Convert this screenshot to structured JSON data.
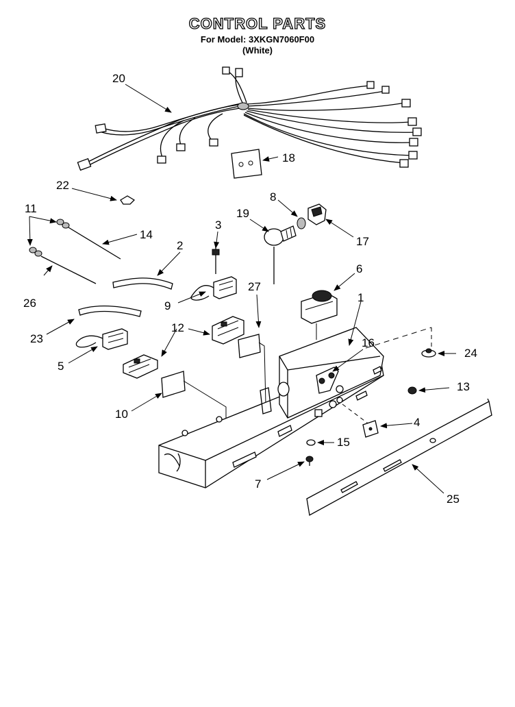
{
  "header": {
    "title": "CONTROL PARTS",
    "model_line": "For Model: 3XKGN7060F00",
    "color_line": "(White)"
  },
  "callouts": {
    "c1": "1",
    "c2": "2",
    "c3": "3",
    "c4": "4",
    "c5": "5",
    "c6": "6",
    "c7": "7",
    "c8": "8",
    "c9": "9",
    "c10": "10",
    "c11": "11",
    "c12": "12",
    "c13": "13",
    "c14": "14",
    "c15": "15",
    "c16": "16",
    "c17": "17",
    "c18": "18",
    "c19": "19",
    "c20": "20",
    "c22": "22",
    "c23": "23",
    "c24": "24",
    "c25": "25",
    "c26": "26",
    "c27": "27"
  }
}
